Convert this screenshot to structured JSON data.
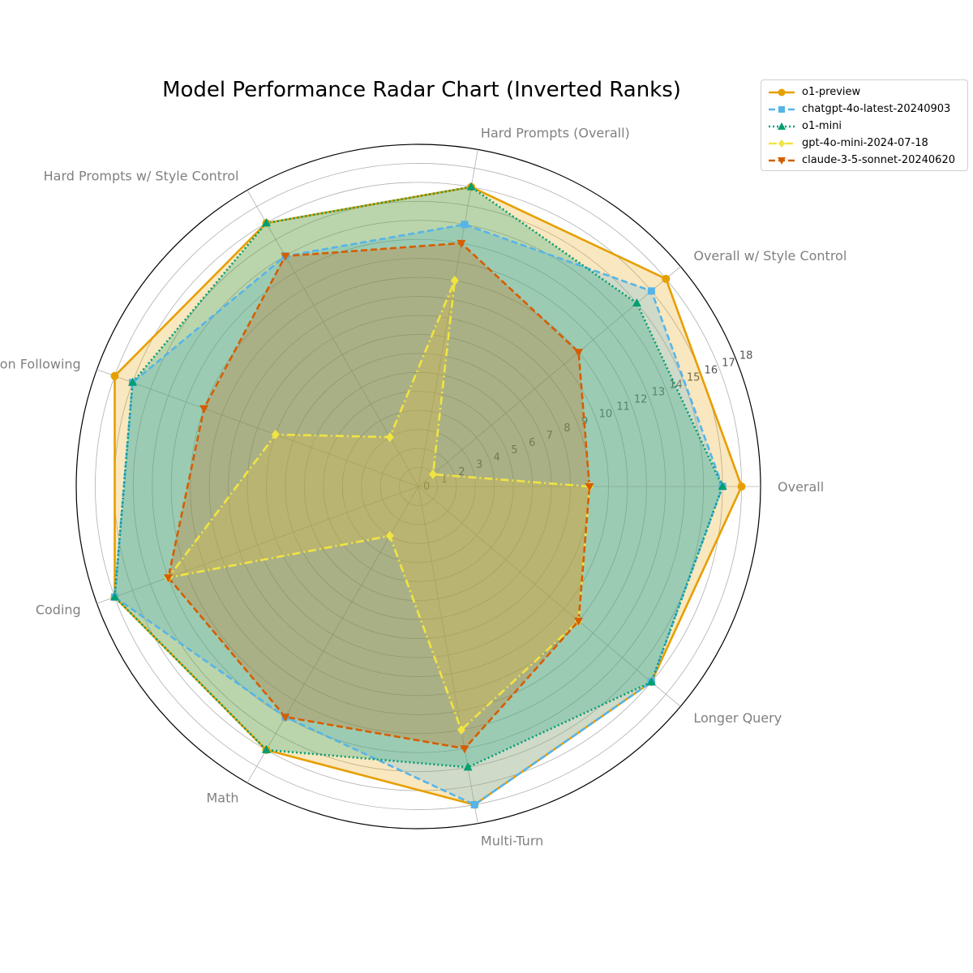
{
  "chart_data": {
    "type": "radar",
    "title": "Model Performance Radar Chart (Inverted Ranks)",
    "axes": [
      "Overall",
      "Overall w/ Style Control",
      "Hard Prompts (Overall)",
      "Hard Prompts w/ Style Control",
      "Instruction Following",
      "Coding",
      "Math",
      "Multi-Turn",
      "Longer Query"
    ],
    "radial_ticks": [
      0,
      1,
      2,
      3,
      4,
      5,
      6,
      7,
      8,
      9,
      10,
      11,
      12,
      13,
      14,
      15,
      16,
      17,
      18
    ],
    "rlim": [
      0,
      18
    ],
    "grid": true,
    "legend_position": "upper right",
    "series": [
      {
        "name": "o1-preview",
        "color": "#E69F00",
        "dash": "solid",
        "marker": "circle",
        "values": [
          17,
          17,
          16,
          16,
          17,
          17,
          16,
          17,
          16
        ]
      },
      {
        "name": "chatgpt-4o-latest-20240903",
        "color": "#56B4E9",
        "dash": "dashed",
        "marker": "square",
        "values": [
          16,
          16,
          14,
          14,
          16,
          17,
          14,
          17,
          16
        ]
      },
      {
        "name": "o1-mini",
        "color": "#009E73",
        "dash": "dotted",
        "marker": "triangle-up",
        "values": [
          16,
          15,
          16,
          16,
          16,
          17,
          16,
          15,
          16
        ]
      },
      {
        "name": "gpt-4o-mini-2024-07-18",
        "color": "#F0E442",
        "dash": "dashdot",
        "marker": "diamond",
        "values": [
          9,
          1,
          11,
          3,
          8,
          14,
          3,
          13,
          11
        ]
      },
      {
        "name": "claude-3-5-sonnet-20240620",
        "color": "#D55E00",
        "dash": "dashed",
        "marker": "triangle-down",
        "values": [
          9,
          11,
          13,
          14,
          12,
          14,
          14,
          14,
          11
        ]
      }
    ]
  }
}
